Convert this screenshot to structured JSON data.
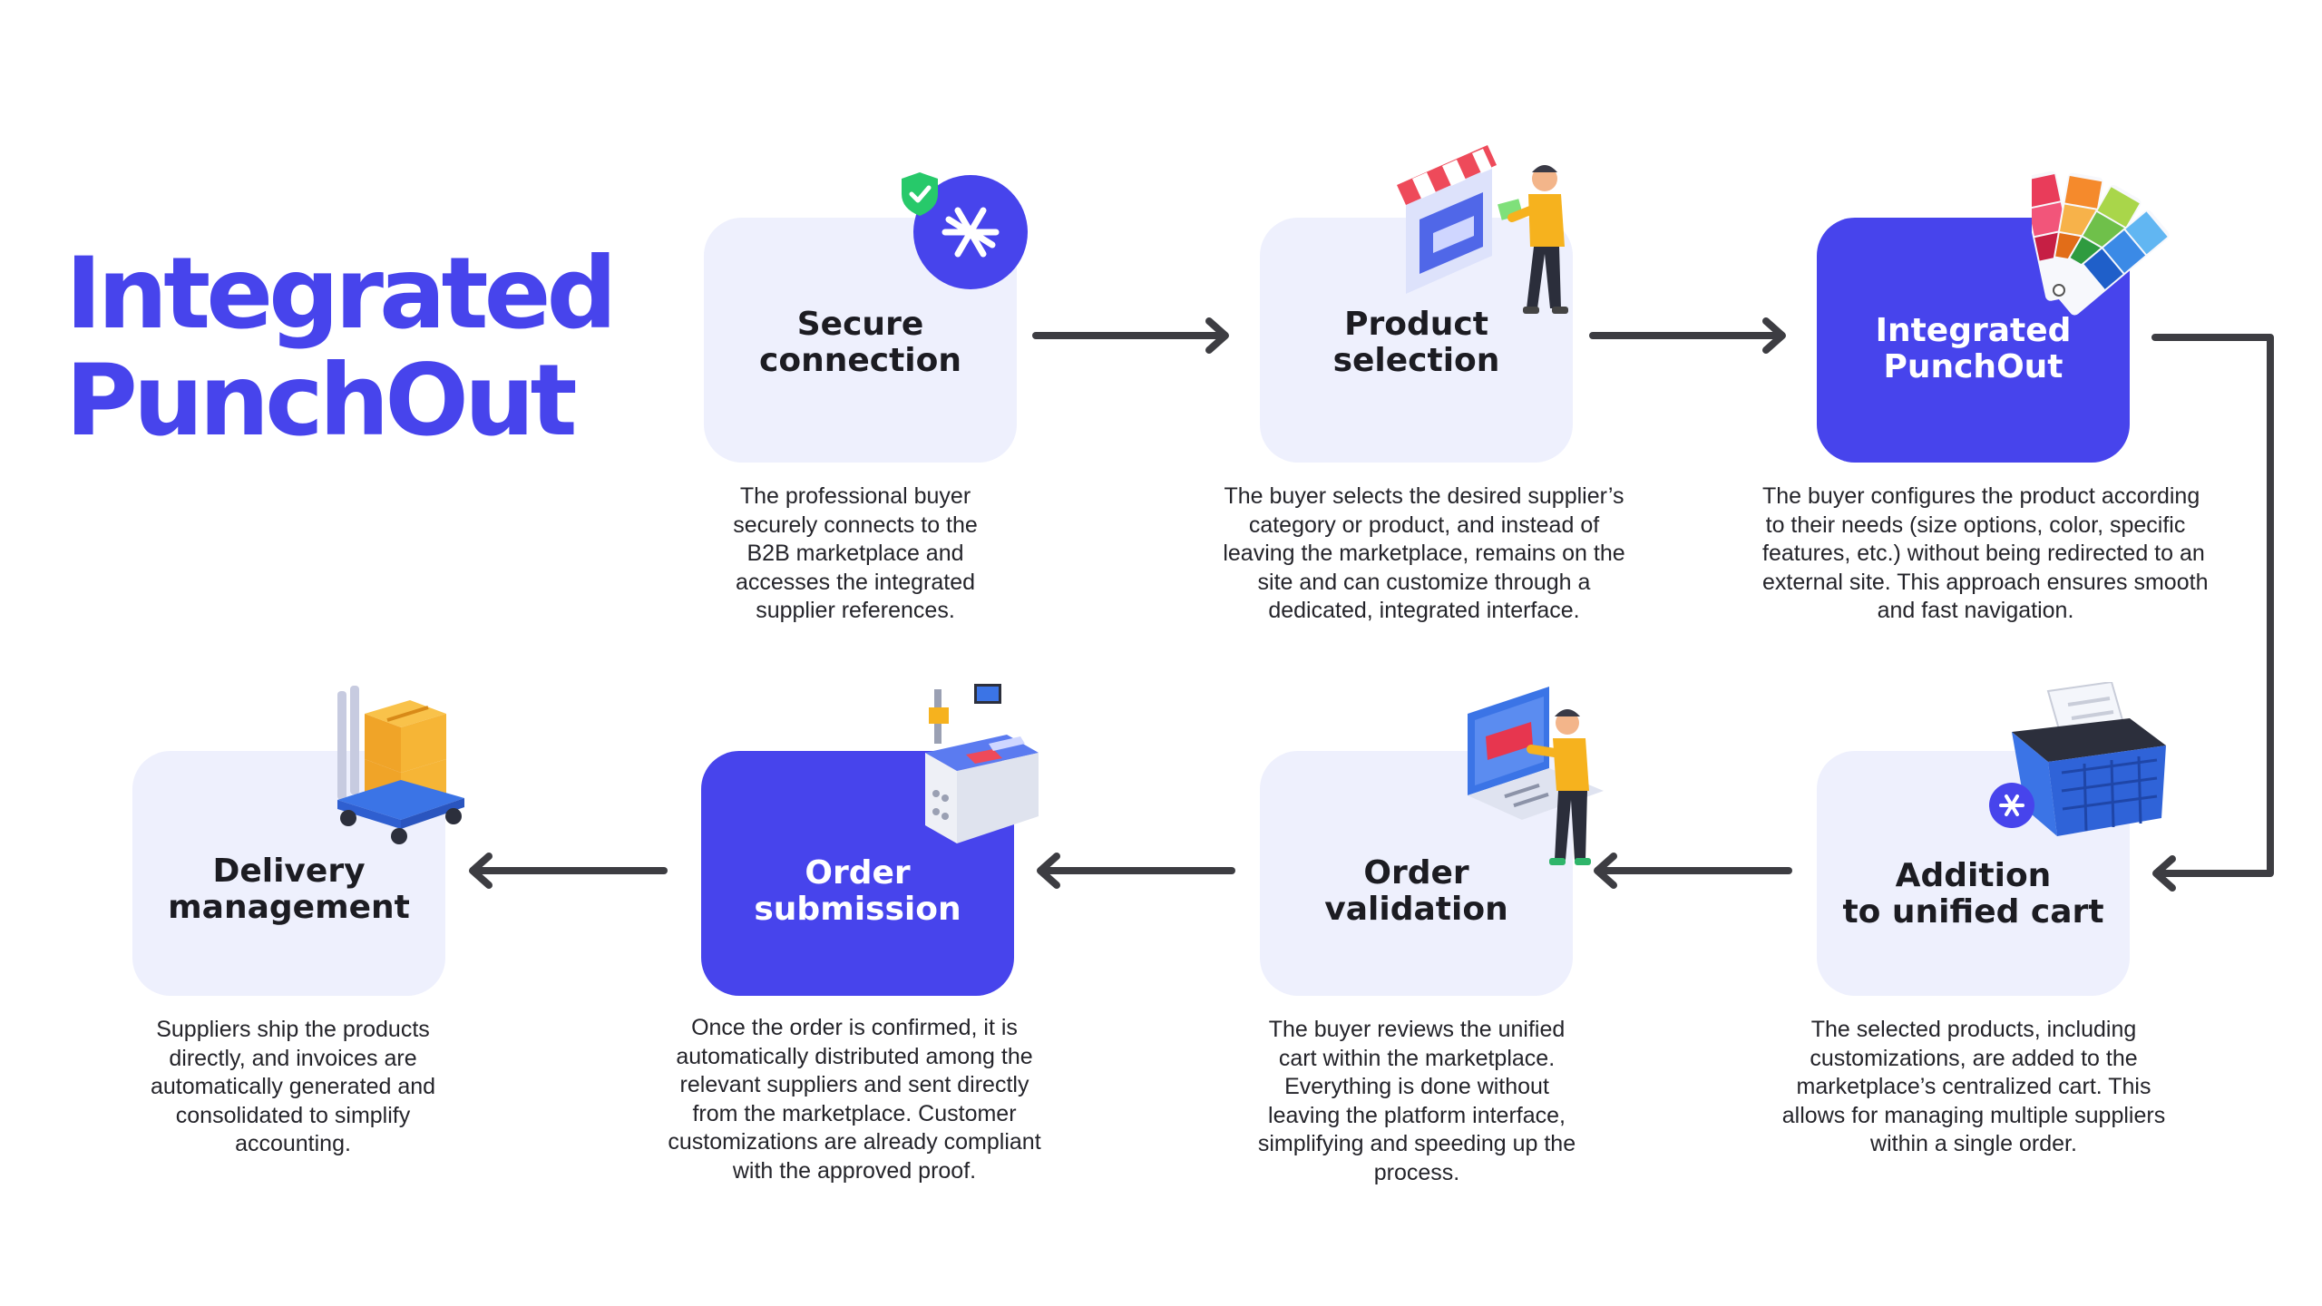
{
  "title": {
    "line1": "Integrated",
    "line2": "PunchOut"
  },
  "colors": {
    "primary": "#4744ec",
    "card_light": "#eef0fd",
    "arrow": "#3d3d42",
    "text": "#24242a",
    "check_green": "#27c96a"
  },
  "steps": [
    {
      "label": [
        "Secure",
        "connection"
      ],
      "icon": "shield-check-logo-icon",
      "description": [
        "The professional buyer",
        "securely connects to the",
        "B2B marketplace and",
        "accesses the integrated",
        "supplier references."
      ]
    },
    {
      "label": [
        "Product",
        "selection"
      ],
      "icon": "storefront-shopper-icon",
      "description": [
        "The buyer selects the desired supplier’s",
        "category or product, and instead of",
        "leaving the marketplace, remains on the",
        "site and can customize through a",
        "dedicated, integrated interface."
      ]
    },
    {
      "label": [
        "Integrated",
        "PunchOut"
      ],
      "icon": "color-swatch-icon",
      "description": [
        "The buyer configures the product according",
        "to their needs (size options, color, specific",
        "features, etc.) without being redirected to an",
        "external site. This approach ensures smooth",
        "and fast navigation."
      ]
    },
    {
      "label": [
        "Addition",
        "to unified cart"
      ],
      "icon": "shopping-basket-icon",
      "description": [
        "The selected products, including",
        "customizations, are added to the",
        "marketplace’s centralized cart. This",
        "allows for managing multiple suppliers",
        "within a single order."
      ]
    },
    {
      "label": [
        "Order",
        "validation"
      ],
      "icon": "laptop-payment-icon",
      "description": [
        "The buyer reviews the unified",
        "cart within the marketplace.",
        "Everything is done without",
        "leaving the platform interface,",
        "simplifying and speeding up the",
        "process."
      ]
    },
    {
      "label": [
        "Order",
        "submission"
      ],
      "icon": "workstation-icon",
      "description": [
        "Once the order is confirmed, it is",
        "automatically distributed among the",
        "relevant suppliers and sent directly",
        "from the marketplace. Customer",
        "customizations are already compliant",
        "with the approved proof."
      ]
    },
    {
      "label": [
        "Delivery",
        "management"
      ],
      "icon": "boxes-trolley-icon",
      "description": [
        "Suppliers ship the products",
        "directly, and invoices are",
        "automatically generated and",
        "consolidated to simplify",
        "accounting."
      ]
    }
  ]
}
